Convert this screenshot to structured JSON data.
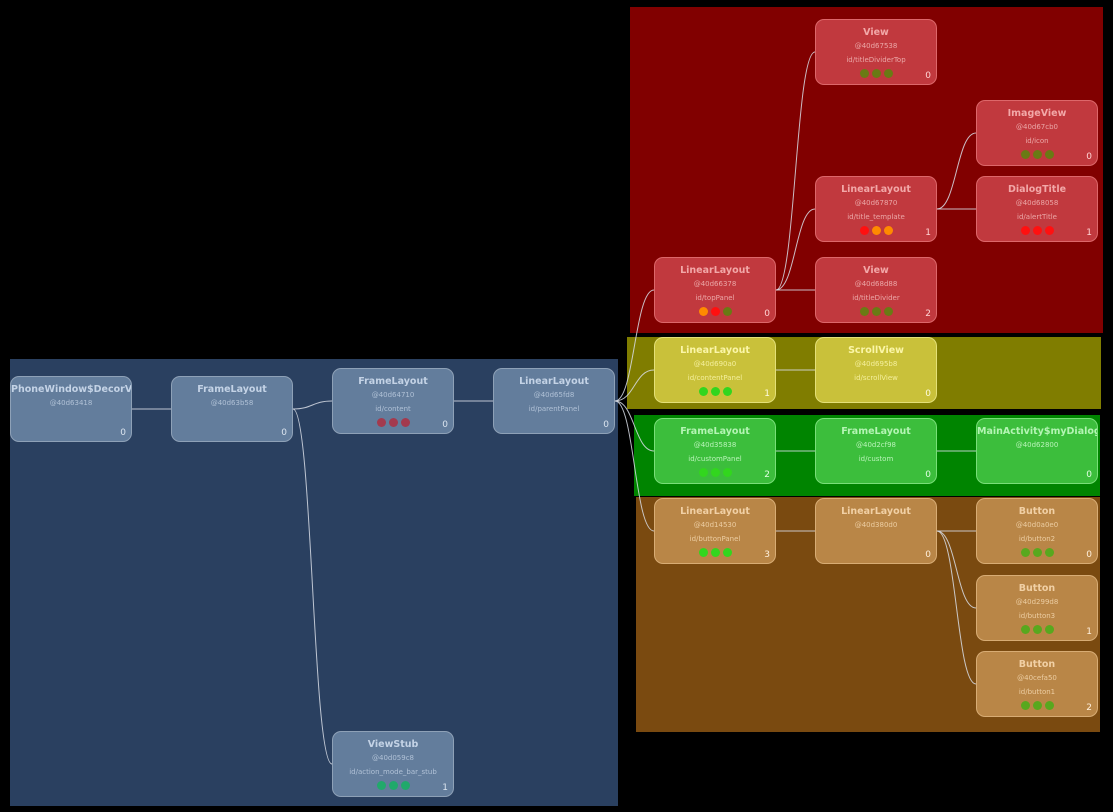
{
  "colors": {
    "dot_green_blue": "#21a96b",
    "dot_crimson": "#a33a4e",
    "dot_red": "#ff1010",
    "dot_orange": "#ff8a00",
    "dot_olive": "#6a7a14",
    "dot_lime": "#32d61e",
    "dot_olive_green": "#58a81e",
    "link": "#d8dde6"
  },
  "regions": [
    {
      "id": "decor",
      "color": "#2a4060"
    },
    {
      "id": "top-panel",
      "color": "#810000"
    },
    {
      "id": "content-panel",
      "color": "#807d00"
    },
    {
      "id": "custom-panel",
      "color": "#008400"
    },
    {
      "id": "button-panel",
      "color": "#7a4a10"
    }
  ],
  "nodes": [
    {
      "key": "decor",
      "theme": "blue",
      "title": "PhoneWindow$DecorView",
      "address": "@40d63418",
      "idname": "",
      "count": "0",
      "dots": []
    },
    {
      "key": "frame1",
      "theme": "blue",
      "title": "FrameLayout",
      "address": "@40d63b58",
      "idname": "",
      "count": "0",
      "dots": []
    },
    {
      "key": "content",
      "theme": "blue",
      "title": "FrameLayout",
      "address": "@40d64710",
      "idname": "id/content",
      "count": "0",
      "dots": [
        "dot_crimson",
        "dot_crimson",
        "dot_crimson"
      ]
    },
    {
      "key": "stub",
      "theme": "blue",
      "title": "ViewStub",
      "address": "@40d059c8",
      "idname": "id/action_mode_bar_stub",
      "count": "1",
      "dots": [
        "dot_green_blue",
        "dot_green_blue",
        "dot_green_blue"
      ]
    },
    {
      "key": "parent",
      "theme": "blue",
      "title": "LinearLayout",
      "address": "@40d65fd8",
      "idname": "id/parentPanel",
      "count": "0",
      "dots": []
    },
    {
      "key": "topPanel",
      "theme": "red",
      "title": "LinearLayout",
      "address": "@40d66378",
      "idname": "id/topPanel",
      "count": "0",
      "dots": [
        "dot_orange",
        "dot_red",
        "dot_olive"
      ]
    },
    {
      "key": "titleDividerTop",
      "theme": "red",
      "title": "View",
      "address": "@40d67538",
      "idname": "id/titleDividerTop",
      "count": "0",
      "dots": [
        "dot_olive",
        "dot_olive",
        "dot_olive"
      ]
    },
    {
      "key": "titleTemplate",
      "theme": "red",
      "title": "LinearLayout",
      "address": "@40d67870",
      "idname": "id/title_template",
      "count": "1",
      "dots": [
        "dot_red",
        "dot_orange",
        "dot_orange"
      ]
    },
    {
      "key": "titleDivider",
      "theme": "red",
      "title": "View",
      "address": "@40d68d88",
      "idname": "id/titleDivider",
      "count": "2",
      "dots": [
        "dot_olive",
        "dot_olive",
        "dot_olive"
      ]
    },
    {
      "key": "icon",
      "theme": "red",
      "title": "ImageView",
      "address": "@40d67cb0",
      "idname": "id/icon",
      "count": "0",
      "dots": [
        "dot_olive",
        "dot_olive",
        "dot_olive"
      ]
    },
    {
      "key": "alertTitle",
      "theme": "red",
      "title": "DialogTitle",
      "address": "@40d68058",
      "idname": "id/alertTitle",
      "count": "1",
      "dots": [
        "dot_red",
        "dot_red",
        "dot_red"
      ]
    },
    {
      "key": "contentPanel",
      "theme": "yellow",
      "title": "LinearLayout",
      "address": "@40d690a0",
      "idname": "id/contentPanel",
      "count": "1",
      "dots": [
        "dot_lime",
        "dot_lime",
        "dot_lime"
      ]
    },
    {
      "key": "scrollView",
      "theme": "yellow",
      "title": "ScrollView",
      "address": "@40d695b8",
      "idname": "id/scrollView",
      "count": "0",
      "dots": []
    },
    {
      "key": "customPanel",
      "theme": "green",
      "title": "FrameLayout",
      "address": "@40d35838",
      "idname": "id/customPanel",
      "count": "2",
      "dots": [
        "dot_lime",
        "dot_lime",
        "dot_lime"
      ]
    },
    {
      "key": "custom",
      "theme": "green",
      "title": "FrameLayout",
      "address": "@40d2cf98",
      "idname": "id/custom",
      "count": "0",
      "dots": []
    },
    {
      "key": "myView",
      "theme": "green",
      "title": "MainActivity$myDialog$myView",
      "address": "@40d62800",
      "idname": "",
      "count": "0",
      "dots": []
    },
    {
      "key": "buttonPanel",
      "theme": "orange",
      "title": "LinearLayout",
      "address": "@40d14530",
      "idname": "id/buttonPanel",
      "count": "3",
      "dots": [
        "dot_lime",
        "dot_lime",
        "dot_lime"
      ]
    },
    {
      "key": "buttonRow",
      "theme": "orange",
      "title": "LinearLayout",
      "address": "@40d380d0",
      "idname": "",
      "count": "0",
      "dots": []
    },
    {
      "key": "button2",
      "theme": "orange",
      "title": "Button",
      "address": "@40d0a0e0",
      "idname": "id/button2",
      "count": "0",
      "dots": [
        "dot_olive_green",
        "dot_olive_green",
        "dot_olive_green"
      ]
    },
    {
      "key": "button3",
      "theme": "orange",
      "title": "Button",
      "address": "@40d299d8",
      "idname": "id/button3",
      "count": "1",
      "dots": [
        "dot_olive_green",
        "dot_olive_green",
        "dot_olive_green"
      ]
    },
    {
      "key": "button1",
      "theme": "orange",
      "title": "Button",
      "address": "@40cefa50",
      "idname": "id/button1",
      "count": "2",
      "dots": [
        "dot_olive_green",
        "dot_olive_green",
        "dot_olive_green"
      ]
    }
  ],
  "links": [
    [
      "decor",
      "frame1"
    ],
    [
      "frame1",
      "content"
    ],
    [
      "frame1",
      "stub"
    ],
    [
      "content",
      "parent"
    ],
    [
      "parent",
      "topPanel"
    ],
    [
      "parent",
      "contentPanel"
    ],
    [
      "parent",
      "customPanel"
    ],
    [
      "parent",
      "buttonPanel"
    ],
    [
      "topPanel",
      "titleDividerTop"
    ],
    [
      "topPanel",
      "titleTemplate"
    ],
    [
      "topPanel",
      "titleDivider"
    ],
    [
      "titleTemplate",
      "icon"
    ],
    [
      "titleTemplate",
      "alertTitle"
    ],
    [
      "contentPanel",
      "scrollView"
    ],
    [
      "customPanel",
      "custom"
    ],
    [
      "custom",
      "myView"
    ],
    [
      "buttonPanel",
      "buttonRow"
    ],
    [
      "buttonRow",
      "button2"
    ],
    [
      "buttonRow",
      "button3"
    ],
    [
      "buttonRow",
      "button1"
    ]
  ]
}
